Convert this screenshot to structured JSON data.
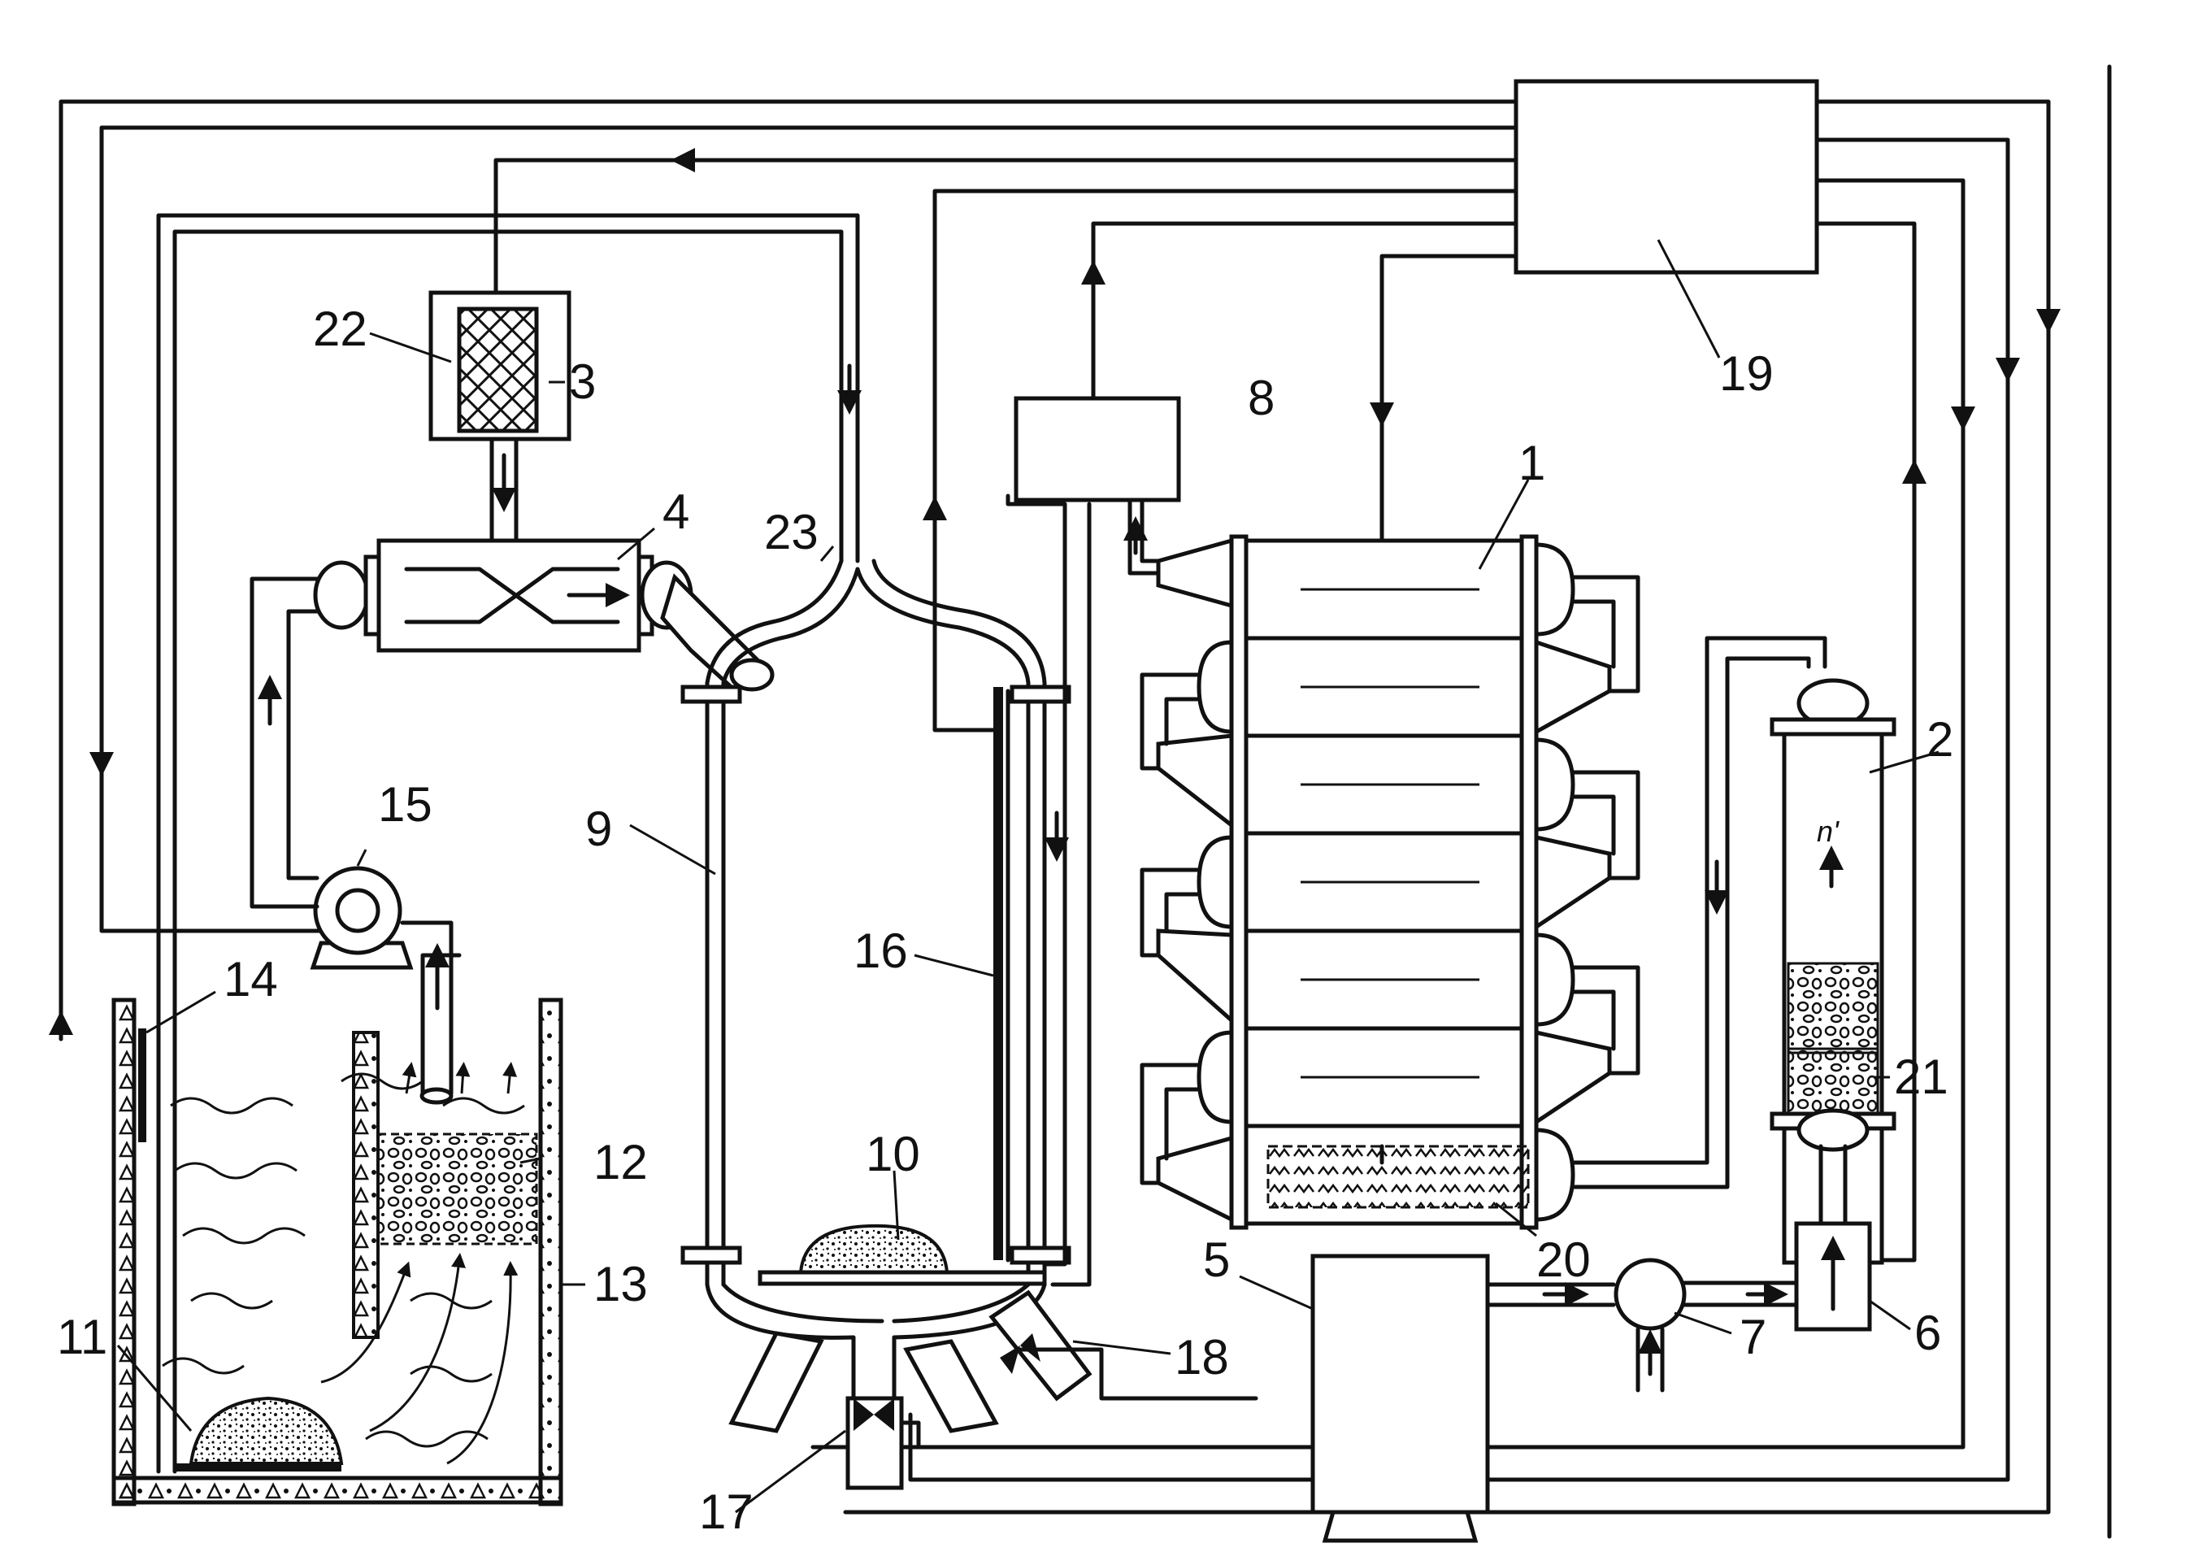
{
  "labels": {
    "l1": "1",
    "l2": "2",
    "l3": "3",
    "l4": "4",
    "l5": "5",
    "l6": "6",
    "l7": "7",
    "l8": "8",
    "l9": "9",
    "l10": "10",
    "l11": "11",
    "l12": "12",
    "l13": "13",
    "l14": "14",
    "l15": "15",
    "l16": "16",
    "l17": "17",
    "l18": "18",
    "l19": "19",
    "l20": "20",
    "l21": "21",
    "l22": "22",
    "l23": "23",
    "n_prime": "n'"
  }
}
